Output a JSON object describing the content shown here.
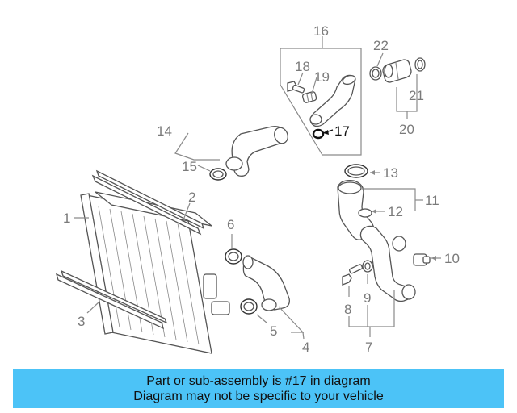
{
  "callouts": {
    "c1": "1",
    "c2": "2",
    "c3": "3",
    "c4": "4",
    "c5": "5",
    "c6": "6",
    "c7": "7",
    "c8": "8",
    "c9": "9",
    "c10": "10",
    "c11": "11",
    "c12": "12",
    "c13": "13",
    "c14": "14",
    "c15": "15",
    "c16": "16",
    "c17": "17",
    "c18": "18",
    "c19": "19",
    "c20": "20",
    "c21": "21",
    "c22": "22"
  },
  "highlight_part": "17",
  "banner": {
    "line1": "Part or sub-assembly is #17 in diagram",
    "line2": "Diagram may not be specific to your vehicle"
  },
  "colors": {
    "banner_bg": "#4cc3f7",
    "callout_text": "#7a7a7a",
    "highlight_text": "#111111"
  }
}
